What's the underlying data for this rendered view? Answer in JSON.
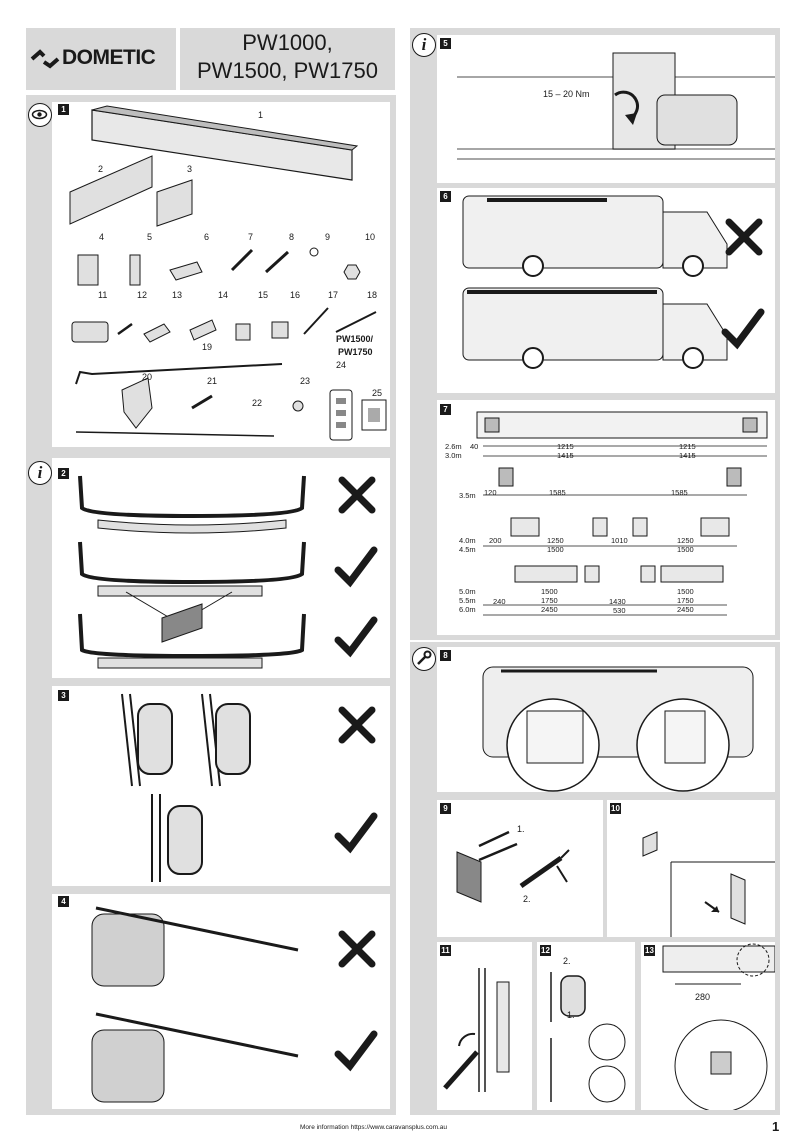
{
  "header": {
    "brand": "DOMETIC",
    "model_line1": "PW1000,",
    "model_line2": "PW1500, PW1750"
  },
  "steps": {
    "s1": "1",
    "s2": "2",
    "s3": "3",
    "s4": "4",
    "s5": "5",
    "s6": "6",
    "s7": "7",
    "s8": "8",
    "s9": "9",
    "s10": "10",
    "s11": "11",
    "s12": "12",
    "s13": "13"
  },
  "parts": {
    "p1": "1",
    "p2": "2",
    "p3": "3",
    "p4": "4",
    "p5": "5",
    "p6": "6",
    "p7": "7",
    "p8": "8",
    "p9": "9",
    "p10": "10",
    "p11": "11",
    "p12": "12",
    "p13": "13",
    "p14": "14",
    "p15": "15",
    "p16": "16",
    "p17": "17",
    "p18": "18",
    "p19": "19",
    "p20": "20",
    "p21": "21",
    "p22": "22",
    "p23": "23",
    "p24": "24",
    "p25": "25",
    "variant_line1": "PW1500/",
    "variant_line2": "PW1750"
  },
  "icons": {
    "info": "i"
  },
  "step5": {
    "torque": "15 – 20 Nm"
  },
  "step7": {
    "lengths": [
      "2.6m",
      "3.0m",
      "3.5m",
      "4.0m",
      "4.5m",
      "5.0m",
      "5.5m",
      "6.0m"
    ],
    "dims": {
      "d40": "40",
      "d1215a": "1215",
      "d1215b": "1215",
      "d1415a": "1415",
      "d1415b": "1415",
      "d120": "120",
      "d1585a": "1585",
      "d1585b": "1585",
      "d200": "200",
      "d1250a": "1250",
      "d1010": "1010",
      "d1250b": "1250",
      "d1500a": "1500",
      "d1500b": "1500",
      "d1500c": "1500",
      "d1500d": "1500",
      "d240": "240",
      "d1750a": "1750",
      "d1430": "1430",
      "d1750b": "1750",
      "d2450a": "2450",
      "d530": "530",
      "d2450b": "2450"
    }
  },
  "step9": {
    "callout1": "1.",
    "callout2": "2."
  },
  "step12": {
    "callout2": "2.",
    "callout1": "1."
  },
  "step13": {
    "dim": "280"
  },
  "footer": {
    "info": "More information https://www.caravansplus.com.au",
    "page": "1"
  }
}
